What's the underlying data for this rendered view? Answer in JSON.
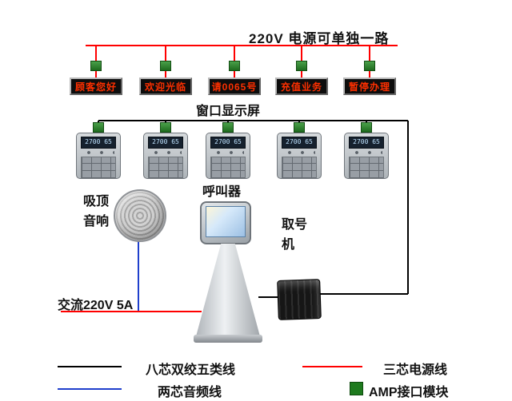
{
  "top_power": {
    "label": "220V 电源可单独一路"
  },
  "displays": {
    "label": "窗口显示屏",
    "items": [
      "顾客您好",
      "欢迎光临",
      "请0065号",
      "充值业务",
      "暂停办理"
    ]
  },
  "callers": {
    "label": "呼叫器",
    "display_value": "2700 65"
  },
  "speaker": {
    "label": "吸顶音响"
  },
  "kiosk": {
    "label": "取号机"
  },
  "ac_power": {
    "label": "交流220V 5A"
  },
  "legend": {
    "items": [
      {
        "type": "line",
        "color": "#000000",
        "label": "八芯双绞五类线"
      },
      {
        "type": "line",
        "color": "#ff0000",
        "label": "三芯电源线"
      },
      {
        "type": "line",
        "color": "#1f3fcc",
        "label": "两芯音频线"
      },
      {
        "type": "square",
        "color": "#1e7a1e",
        "label": "AMP接口模块"
      }
    ]
  },
  "colors": {
    "power_line": "#ff0000",
    "data_line": "#000000",
    "audio_line": "#1f3fcc",
    "module_green": "#1e7a1e",
    "led_text": "#ff3000"
  }
}
